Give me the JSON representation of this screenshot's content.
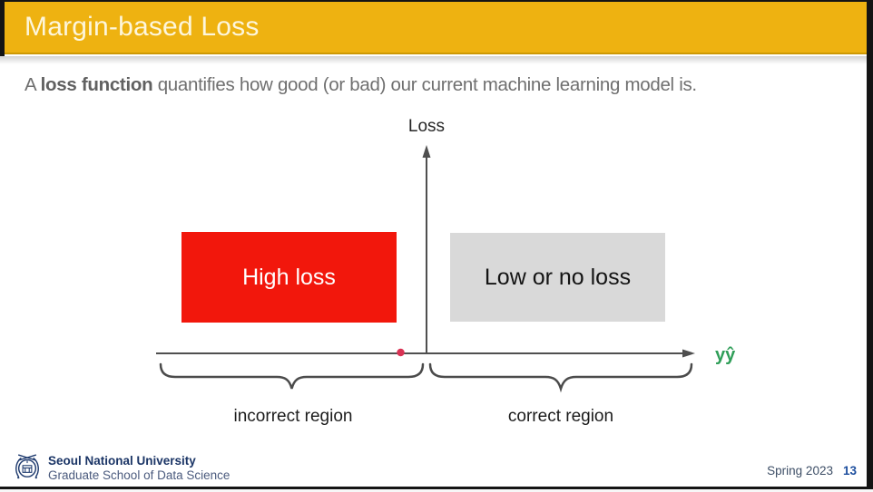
{
  "slide": {
    "title": "Margin-based Loss",
    "subtitle": {
      "prefix": "A ",
      "bold": "loss function",
      "rest": " quantifies how good (or bad) our current machine learning model is."
    }
  },
  "diagram": {
    "y_axis_label": "Loss",
    "x_axis_label": "yŷ",
    "high_loss_box_label": "High loss",
    "low_loss_box_label": "Low or no loss",
    "incorrect_region_label": "incorrect region",
    "correct_region_label": "correct region"
  },
  "footer": {
    "university": "Seoul National University",
    "school": "Graduate School of Data Science",
    "semester": "Spring 2023",
    "page_number": "13"
  },
  "colors": {
    "header_gold": "#eeb211",
    "header_gold_dark": "#cd9804",
    "high_loss_red": "#f2170c",
    "low_loss_gray": "#d9d9d9",
    "axis_gray": "#4f4f4f",
    "axis_label_green": "#2f9e58",
    "dot_crimson": "#d93254",
    "footer_navy": "#1b3566",
    "footer_slate": "#4a5a7d",
    "page_num_blue": "#1d4e9e"
  }
}
